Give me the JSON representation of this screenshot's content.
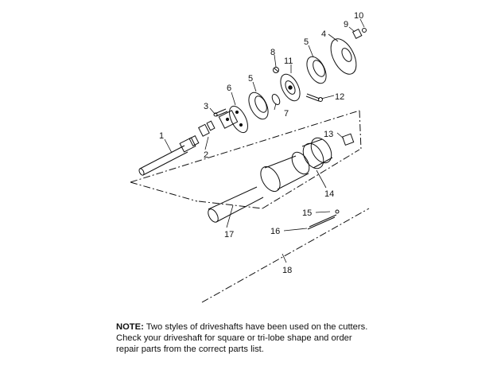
{
  "diagram": {
    "part_labels": [
      "1",
      "2",
      "3",
      "4",
      "5",
      "6",
      "7",
      "8",
      "9",
      "10",
      "11",
      "12",
      "13",
      "14",
      "15",
      "16",
      "17",
      "18"
    ]
  },
  "note": {
    "label": "NOTE:",
    "line1": "Two styles of driveshafts have been used on the cutters.",
    "line2": "Check your driveshaft for square or tri-lobe shape and order",
    "line3": "repair parts from the correct parts list."
  },
  "colors": {
    "ink": "#111111",
    "background": "#ffffff"
  }
}
